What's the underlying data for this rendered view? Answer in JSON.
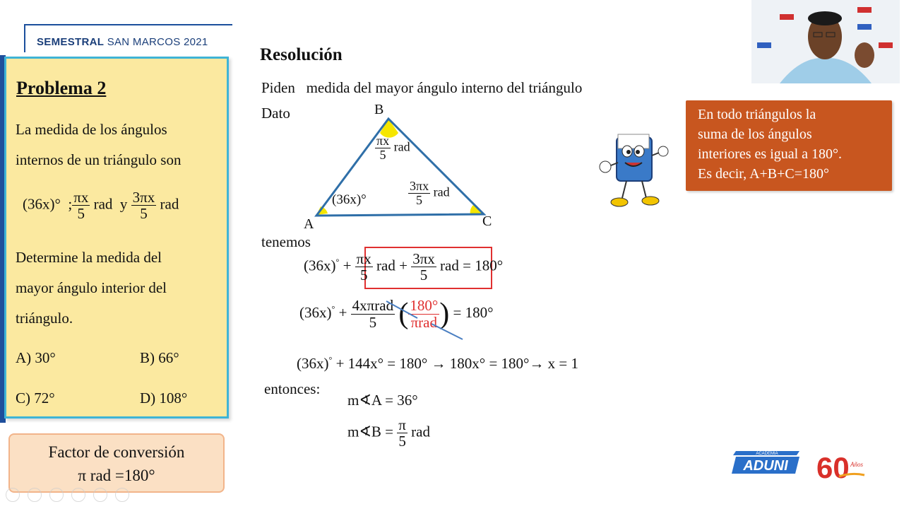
{
  "header": {
    "brand_bold": "SEMESTRAL",
    "brand_rest": "SAN MARCOS 2021"
  },
  "problem": {
    "title": "Problema 2",
    "line1": "La medida de los ángulos",
    "line2": "internos de un triángulo son",
    "angle1": "(36x)°",
    "sep": ";",
    "frac1_num": "πx",
    "frac1_den": "5",
    "unit": "rad",
    "conj": "y",
    "frac2_num": "3πx",
    "frac2_den": "5",
    "q1": "Determine la medida del",
    "q2": "mayor ángulo interior   del",
    "q3": "triángulo.",
    "options": [
      {
        "label": "A) 30°"
      },
      {
        "label": "B) 66°"
      },
      {
        "label": "C) 72°"
      },
      {
        "label": "D) 108°"
      }
    ]
  },
  "conversion": {
    "title": "Factor de conversión",
    "equation": "π rad  =180°"
  },
  "resolution": {
    "title": "Resolución",
    "piden_label": "Piden",
    "piden_text": "medida del mayor ángulo interno del triángulo",
    "dato": "Dato",
    "tenemos": "tenemos",
    "entonces": "entonces:"
  },
  "triangle": {
    "vertex_a": "A",
    "vertex_b": "B",
    "vertex_c": "C",
    "angle_a": "(36x)°",
    "angle_b_num": "πx",
    "angle_b_den": "5",
    "angle_b_unit": "rad",
    "angle_c_num": "3πx",
    "angle_c_den": "5",
    "angle_c_unit": "rad"
  },
  "equations": {
    "eq1_left": "(36x)",
    "eq1_plus": "+",
    "eq1_f1_num": "πx",
    "eq1_f1_den": "5",
    "eq1_rad": "rad",
    "eq1_f2_num": "3πx",
    "eq1_f2_den": "5",
    "eq1_right": "= 180°",
    "eq2_left": "(36x)",
    "eq2_f_num": "4xπrad",
    "eq2_f_den": "5",
    "eq2_conv_num": "180°",
    "eq2_conv_den": "πrad",
    "eq2_right": "= 180°",
    "eq3": "(36x)",
    "eq3_rest": "+ 144x° = 180°  → 180x° = 180°→ x = 1",
    "res_a": "m∢A = 36°",
    "res_b_left": "m∢B =",
    "res_b_num": "π",
    "res_b_den": "5",
    "res_b_unit": "rad"
  },
  "note": {
    "line1": "En todo triángulos la",
    "line2": "suma de los ángulos",
    "line3": "interiores es igual a 180°.",
    "line4": "Es decir, A+B+C=180°"
  },
  "logos": {
    "academia": "ACADEMIA",
    "aduni": "ADUNI",
    "sixty": "60",
    "anos": "Años"
  },
  "colors": {
    "accent_blue": "#1e4f9c",
    "note_orange": "#c8561f",
    "problem_bg": "#fbe9a0",
    "highlight_red": "#e03030",
    "angle_yellow": "#f5e600"
  }
}
